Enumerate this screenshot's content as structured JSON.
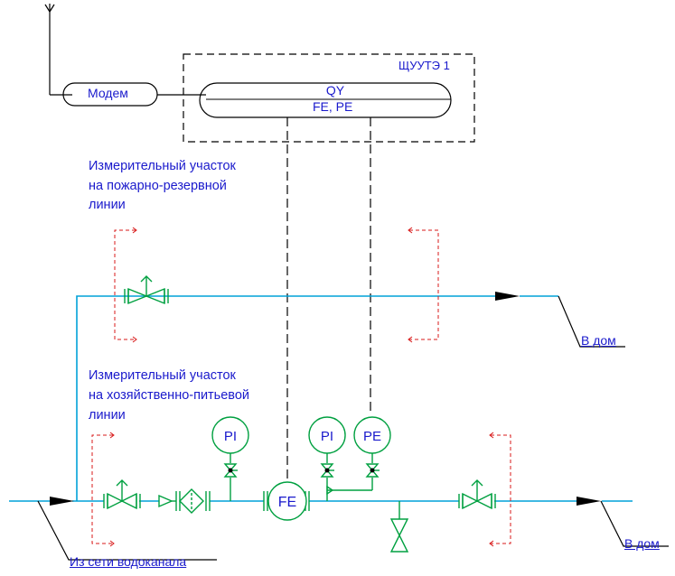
{
  "modem": {
    "label": "Модем"
  },
  "cabinet": {
    "title": "ЩУУТЭ 1",
    "device_line1": "QY",
    "device_line2": "FE, PE"
  },
  "fire_line": {
    "note_line1": "Измерительный участок",
    "note_line2": "на пожарно-резервной",
    "note_line3": "линии"
  },
  "domestic_line": {
    "note_line1": "Измерительный участок",
    "note_line2": "на хозяйственно-питьевой",
    "note_line3": "линии"
  },
  "outlets": {
    "upper": "В дом",
    "lower": "В дом"
  },
  "inlet": {
    "label": "Из сети водоканала"
  },
  "instruments": {
    "pi_left": "PI",
    "pi_right": "PI",
    "pe": "PE",
    "fe": "FE"
  },
  "colors": {
    "pipe": "#00a2d8",
    "equipment": "#00a040",
    "text": "#1a1acc",
    "boundary": "#d81818",
    "lines": "#000000"
  }
}
